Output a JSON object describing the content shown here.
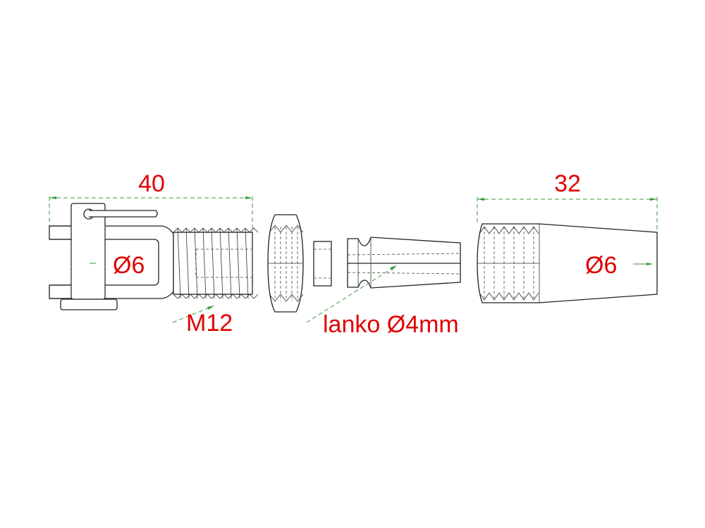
{
  "drawing": {
    "dimensions": {
      "left_length": "40",
      "right_length": "32"
    },
    "labels": {
      "left_pin_diameter": "Ø6",
      "right_pin_diameter": "Ø6",
      "thread": "M12",
      "cable": "lanko Ø4mm"
    },
    "colors": {
      "dimension_text": "#e00000",
      "dimension_lines": "#3a9a3a",
      "outline": "#222222"
    }
  }
}
